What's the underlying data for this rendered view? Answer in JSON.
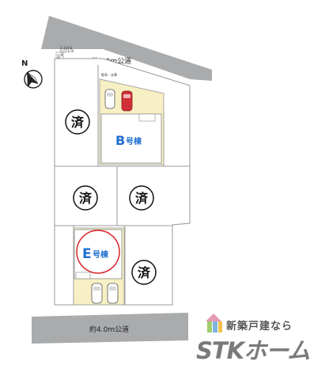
{
  "roads": {
    "north_label": "約6.0m公道",
    "south_label": "約4.0m公道"
  },
  "lots": {
    "sold_mark": "済",
    "b_letter": "B",
    "b_suffix": "号棟",
    "e_letter": "E",
    "e_suffix": "号棟"
  },
  "annotations": {
    "corner_note_1": "2.15m2",
    "corner_note_2": "訂正(1/3)",
    "corner_note_3": "公共",
    "corner_note_4": "桝",
    "parking_note": "駐車・支障"
  },
  "compass": {
    "letter": "N"
  },
  "brand": {
    "tagline": "新築戸建なら",
    "name": "STKホーム"
  },
  "colors": {
    "road": "#a9abad",
    "lot_line": "#9a9a9a",
    "building_fill": "#f6f0c4",
    "text_blue": "#1f6fd0",
    "highlight_red": "#d9252c",
    "car_red": "#cf2f35"
  }
}
